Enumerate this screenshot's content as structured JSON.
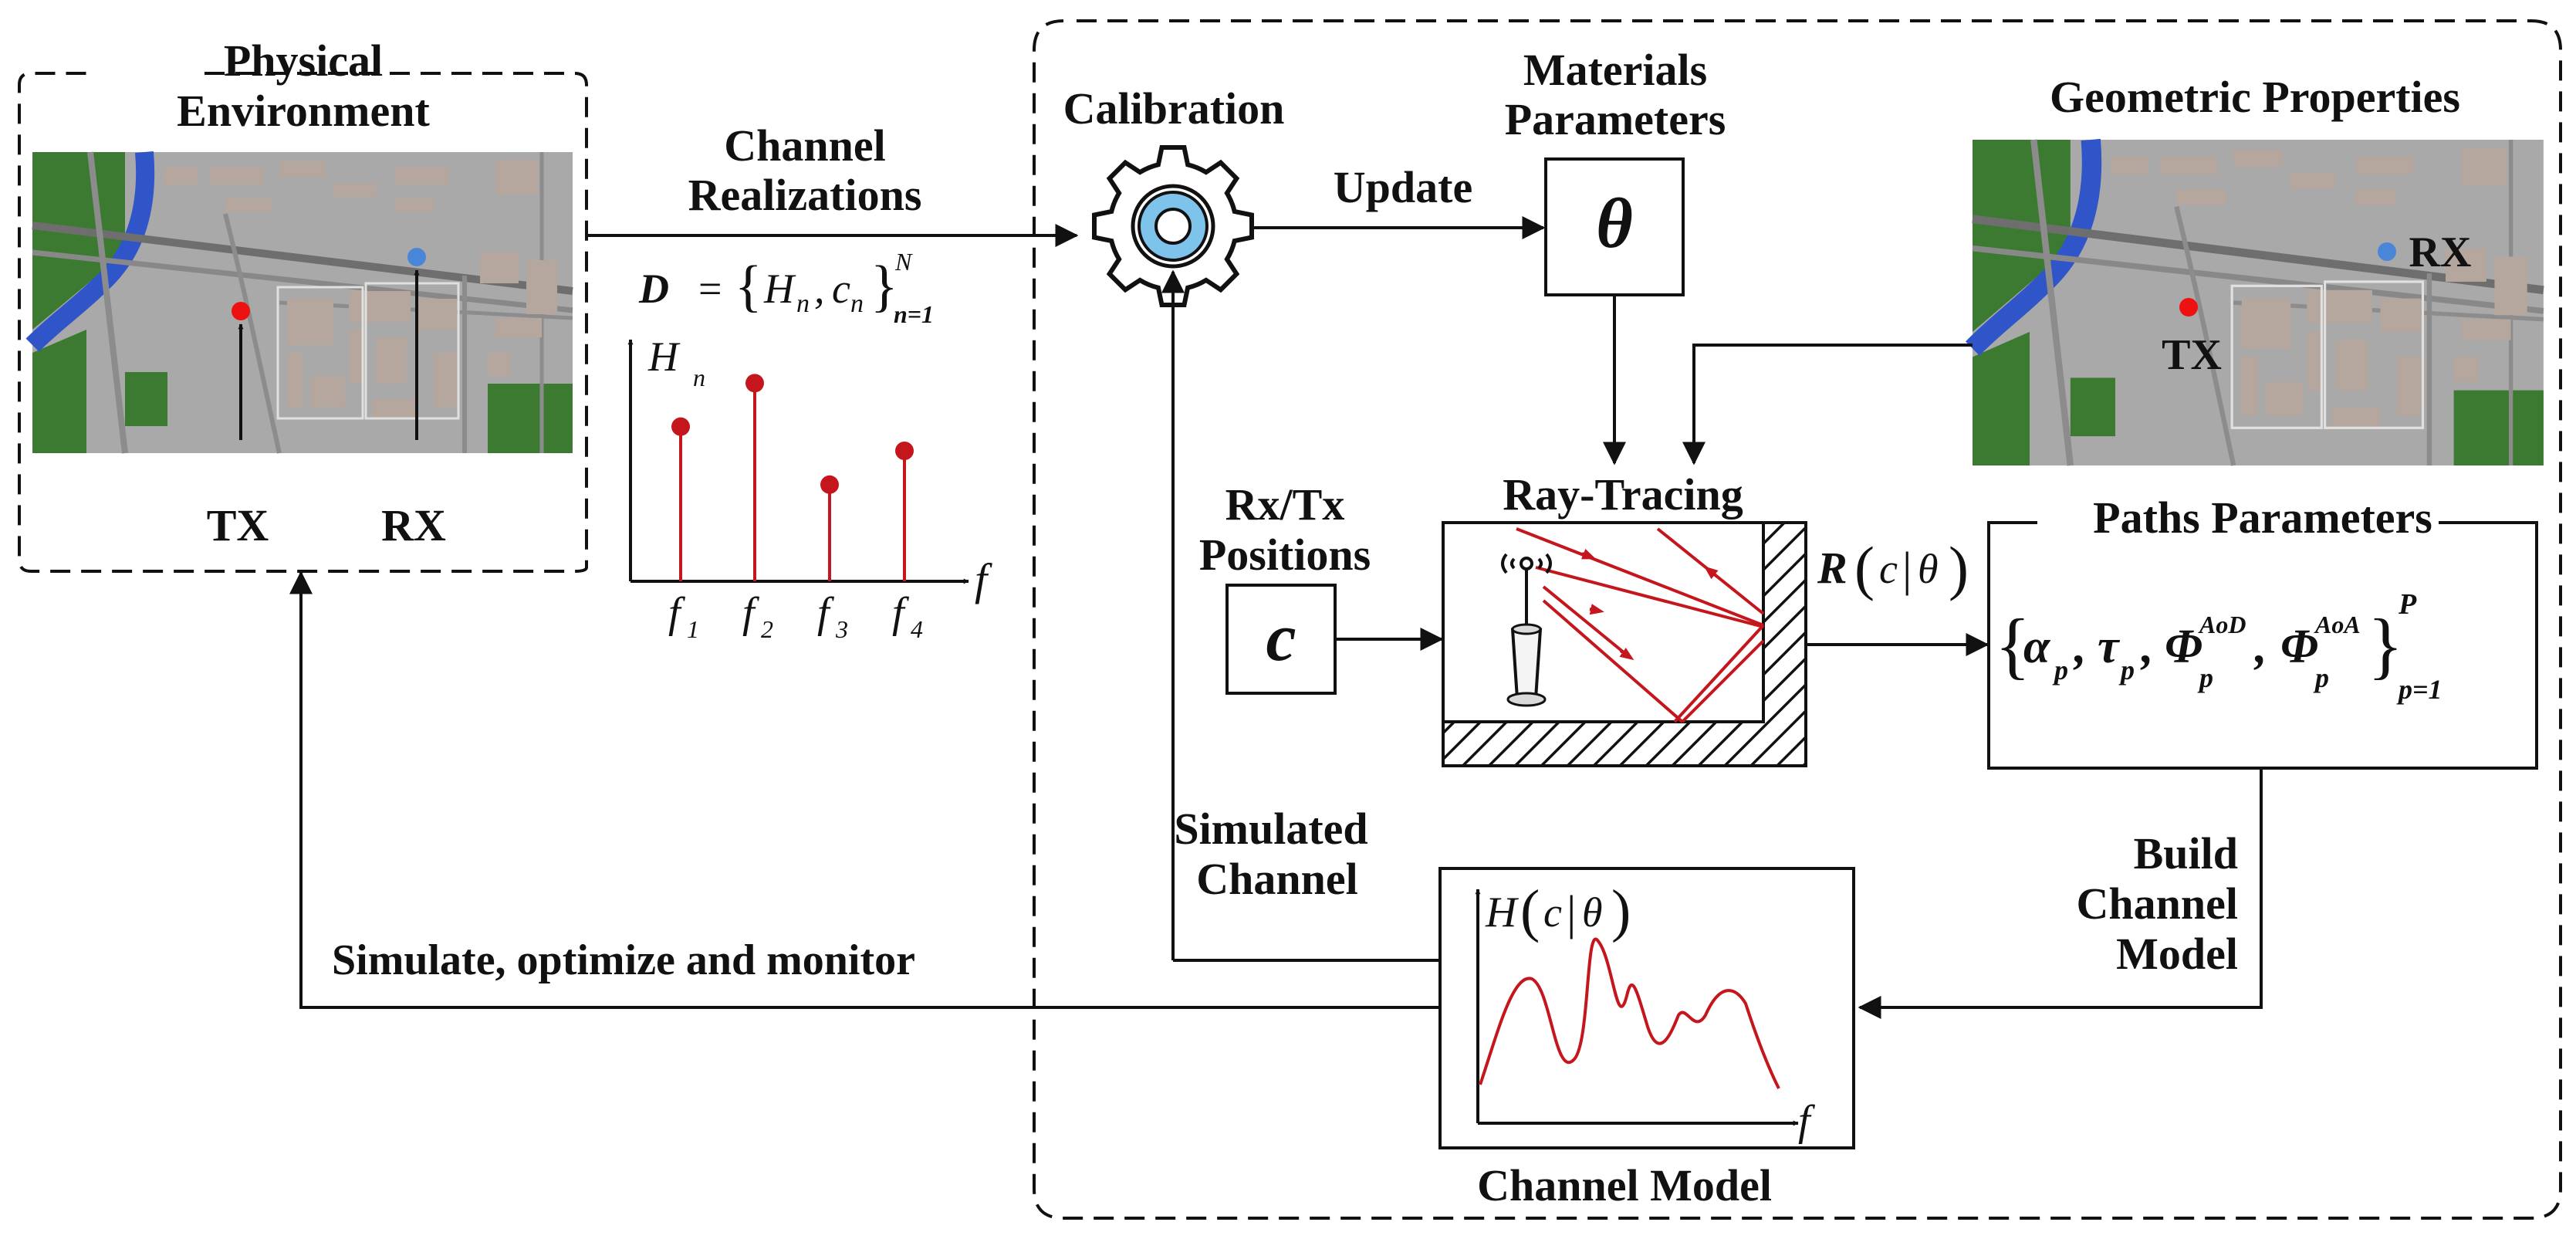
{
  "physical_environment": {
    "title_line1": "Physical",
    "title_line2": "Environment",
    "tx_label": "TX",
    "rx_label": "RX"
  },
  "channel_realizations": {
    "title_line1": "Channel",
    "title_line2": "Realizations",
    "dataset_symbol": "D",
    "dataset_eq": "=",
    "h_symbol": "H",
    "h_sub": "n",
    "c_symbol": "c",
    "c_sub": "n",
    "sup": "N",
    "sub": "n=1",
    "y_axis": "H",
    "y_axis_sub": "n",
    "x_axis": "f",
    "freq_labels": [
      {
        "base": "f",
        "sub": "1"
      },
      {
        "base": "f",
        "sub": "2"
      },
      {
        "base": "f",
        "sub": "3"
      },
      {
        "base": "f",
        "sub": "4"
      }
    ],
    "stem_levels": [
      0.64,
      0.82,
      0.4,
      0.54
    ]
  },
  "calibration": {
    "title": "Calibration"
  },
  "update_label": "Update",
  "materials": {
    "title_line1": "Materials",
    "title_line2": "Parameters",
    "symbol": "θ"
  },
  "geometric": {
    "title": "Geometric Properties",
    "tx_label": "TX",
    "rx_label": "RX"
  },
  "positions": {
    "title_line1": "Rx/Tx",
    "title_line2": "Positions",
    "symbol": "c"
  },
  "ray_tracing": {
    "title": "Ray-Tracing",
    "output_R": "R",
    "output_c": "c",
    "output_bar": "|",
    "output_theta": "θ"
  },
  "paths": {
    "title": "Paths Parameters",
    "alpha": "α",
    "tau": "τ",
    "phi": "Φ",
    "p": "p",
    "aod": "AoD",
    "aoa": "AoA",
    "sup": "P",
    "sub": "p=1",
    "comma": ","
  },
  "build_model": {
    "line1": "Build",
    "line2": "Channel",
    "line3": "Model"
  },
  "simulated_channel": {
    "line1": "Simulated",
    "line2": "Channel"
  },
  "channel_model": {
    "title": "Channel Model",
    "y_axis": "H",
    "y_c": "c",
    "y_bar": "|",
    "y_theta": "θ",
    "x_axis": "f"
  },
  "feedback_label": "Simulate, optimize and monitor",
  "colors": {
    "map_bg": "#a9a9a9",
    "map_green": "#3c7a32",
    "map_river": "#2f55c9",
    "building": "#b5a79e",
    "tx_dot": "#ee1111",
    "rx_dot": "#4a86d8",
    "stem": "#c4161c",
    "gear_blue": "#7ec3ea",
    "ray": "#c4161c"
  },
  "icons": [
    "gear-icon",
    "antenna-icon",
    "tx-marker-icon",
    "rx-marker-icon"
  ]
}
